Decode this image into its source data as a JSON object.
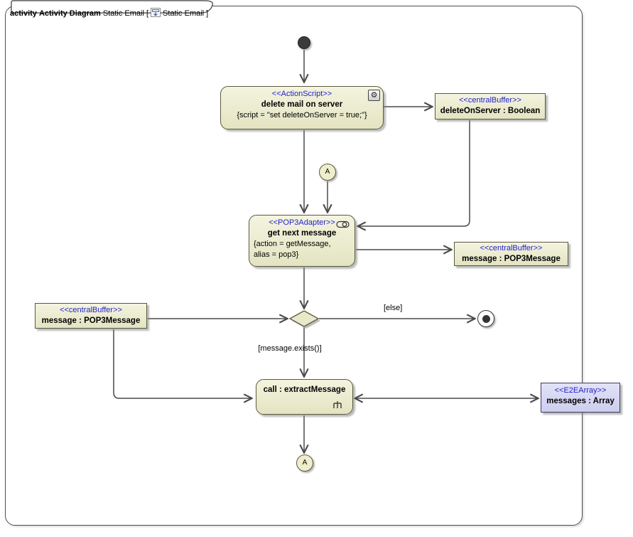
{
  "frame": {
    "kind_label": "activity",
    "type_label": "Activity Diagram",
    "name_part": "Static Email [",
    "context_part": "Static Email ]"
  },
  "nodes": {
    "action_delete": {
      "stereotype": "<<ActionScript>>",
      "name": "delete mail on server",
      "script": "{script = \"set deleteOnServer = true;\"}"
    },
    "buffer_delete": {
      "stereotype": "<<centralBuffer>>",
      "name": "deleteOnServer : Boolean"
    },
    "adapter_get_next": {
      "stereotype": "<<POP3Adapter>>",
      "name": "get next message",
      "params_line1": "{action = getMessage,",
      "params_line2": "alias = pop3}"
    },
    "buffer_message_right": {
      "stereotype": "<<centralBuffer>>",
      "name": "message : POP3Message"
    },
    "buffer_message_left": {
      "stereotype": "<<centralBuffer>>",
      "name": "message : POP3Message"
    },
    "call_extract": {
      "name": "call : extractMessage"
    },
    "e2e_array": {
      "stereotype": "<<E2EArray>>",
      "name": "messages : Array"
    },
    "connector_top": {
      "label": "A"
    },
    "connector_bottom": {
      "label": "A"
    }
  },
  "edges": {
    "else_guard": "[else]",
    "exists_guard": "[message.exists()]"
  },
  "icons": {
    "gear": "⚙"
  },
  "colors": {
    "node_fill": "#e9e9ca",
    "node_border": "#5a5a40",
    "stereotype_text": "#2222cc",
    "e2e_fill": "#d3d3f3",
    "edge": "#4a4a4a",
    "initial_fill": "#3b3b3b"
  }
}
